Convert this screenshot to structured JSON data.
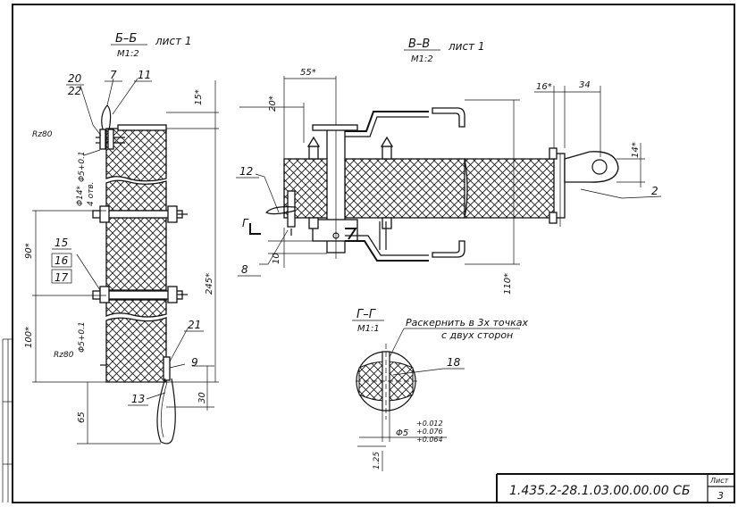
{
  "views": {
    "section_bb": {
      "title": "Б–Б",
      "scale": "М1:2",
      "sheet_ref": "лист 1"
    },
    "section_vv": {
      "title": "В–В",
      "scale": "М1:2",
      "sheet_ref": "лист 1"
    },
    "section_gg": {
      "title": "Г–Г",
      "scale": "М1:1"
    }
  },
  "notes": {
    "punch_line1": "Раскернить в 3х точках",
    "punch_line2": "с двух сторон"
  },
  "callouts_left": {
    "c20": "20",
    "c22": "22",
    "c7": "7",
    "c11": "11",
    "c15": "15",
    "c16": "16",
    "c17": "17",
    "c21": "21",
    "c9": "9",
    "c13": "13"
  },
  "callouts_right": {
    "c12": "12",
    "c8": "8",
    "c2": "2",
    "c18": "18"
  },
  "dimensions_left": {
    "rz_top": "Rz80",
    "hole_top": "Φ5+0.1",
    "hole_mid1": "Φ14*",
    "hole_mid2": "4 отв.",
    "top_right": "15*",
    "height_total": "245*",
    "mid_left": "90*",
    "lower_left": "100*",
    "rz_bottom": "Rz80",
    "hole_bottom": "Φ5+0.1",
    "bottom_30": "30",
    "bottom_65": "65"
  },
  "dimensions_right": {
    "d55": "55*",
    "d20": "20*",
    "d10": "10",
    "d16": "16*",
    "d34": "34",
    "d14": "14*",
    "d110": "110*",
    "section_mark": "Г"
  },
  "dimensions_gg": {
    "d5": "Φ5",
    "tol1": "+0.012",
    "tol2": "+0.076",
    "tol3": "+0.064",
    "d1_25": "1.25"
  },
  "title_block": {
    "doc_code": "1.435.2-28.1.03.00.00.00 СБ",
    "sheet_label": "Лист",
    "sheet_number": "3"
  }
}
